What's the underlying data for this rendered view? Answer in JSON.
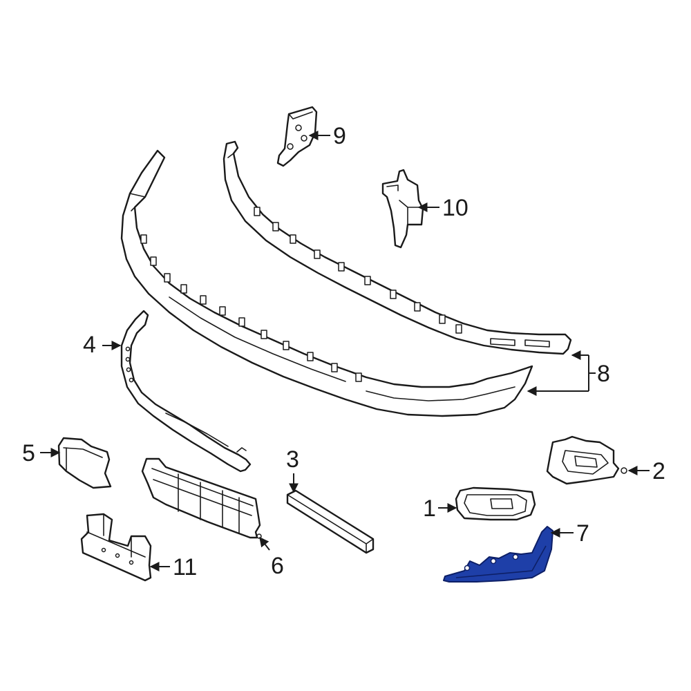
{
  "diagram": {
    "highlight_color": "#1e3fa8",
    "callouts": [
      {
        "id": "c1",
        "number": "1",
        "part": "fog-lamp-bezel"
      },
      {
        "id": "c2",
        "number": "2",
        "part": "fog-lamp"
      },
      {
        "id": "c3",
        "number": "3",
        "part": "reinforcement-strip"
      },
      {
        "id": "c4",
        "number": "4",
        "part": "lower-grille-trim"
      },
      {
        "id": "c5",
        "number": "5",
        "part": "end-cap"
      },
      {
        "id": "c6",
        "number": "6",
        "part": "grille-bracket"
      },
      {
        "id": "c7",
        "number": "7",
        "part": "side-trim-highlighted"
      },
      {
        "id": "c8",
        "number": "8",
        "part": "bumper-cover-assembly"
      },
      {
        "id": "c9",
        "number": "9",
        "part": "upper-bracket"
      },
      {
        "id": "c10",
        "number": "10",
        "part": "side-bracket"
      },
      {
        "id": "c11",
        "number": "11",
        "part": "license-plate-bracket"
      }
    ]
  }
}
